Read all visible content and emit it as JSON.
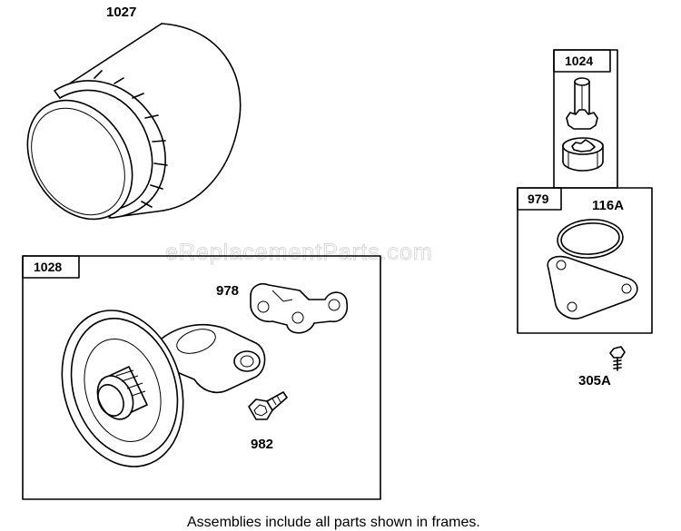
{
  "parts": {
    "p1027": "1027",
    "p1024": "1024",
    "p979": "979",
    "p116A": "116A",
    "p1028": "1028",
    "p978": "978",
    "p982": "982",
    "p305A": "305A"
  },
  "watermark": "eReplacementParts.com",
  "footer": "Assemblies include all parts shown in frames."
}
